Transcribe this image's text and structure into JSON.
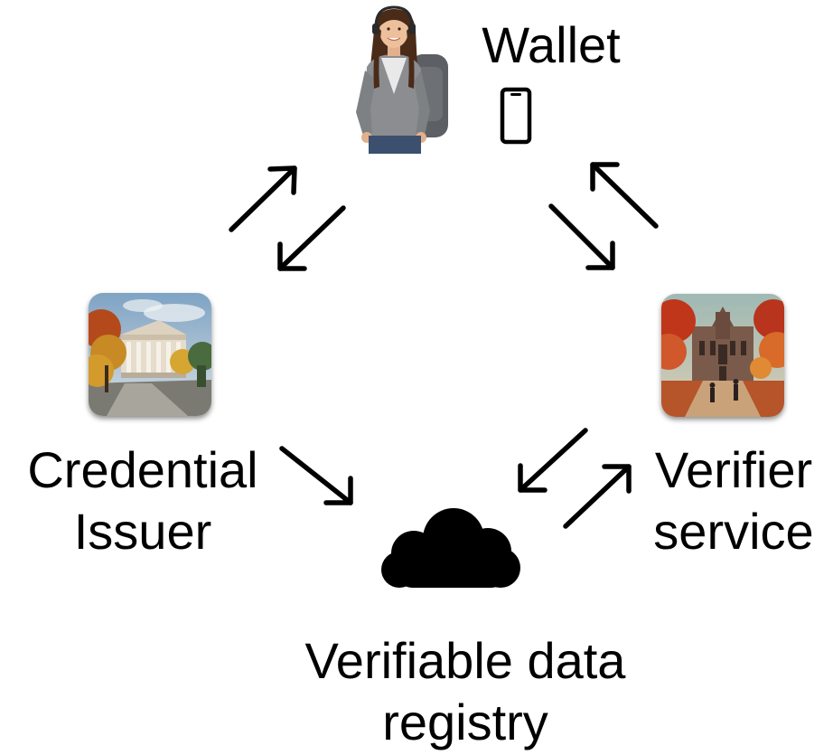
{
  "diagram": {
    "wallet": {
      "title": "Wallet",
      "icon": "phone-icon"
    },
    "issuer": {
      "line1": "Credential",
      "line2": "Issuer"
    },
    "verifier": {
      "line1": "Verifier",
      "line2": "service"
    },
    "registry": {
      "line1": "Verifiable data",
      "line2": "registry",
      "icon": "cloud-icon"
    },
    "colors": {
      "text": "#000000",
      "arrows": "#000000",
      "background": "#ffffff"
    }
  }
}
